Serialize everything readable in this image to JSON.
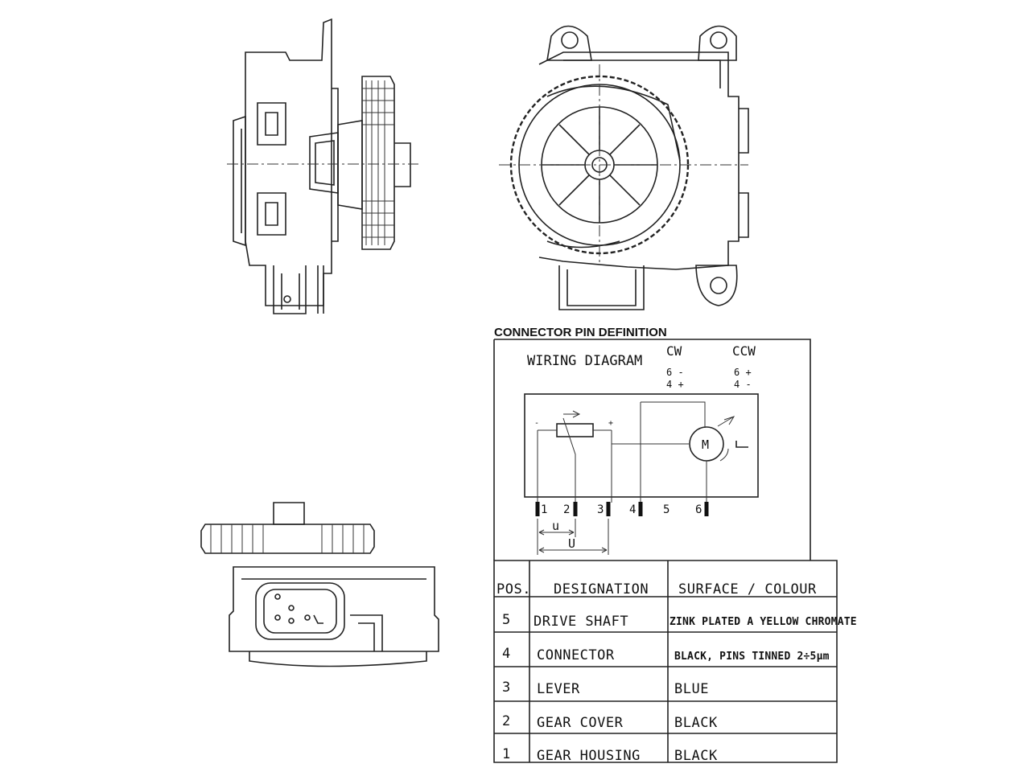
{
  "connector": {
    "title": "CONNECTOR PIN DEFINITION",
    "wiring_label": "WIRING DIAGRAM",
    "cw_label": "CW",
    "ccw_label": "CCW",
    "cw_pin6": "6 -",
    "cw_pin4": "4 +",
    "ccw_pin6": "6 +",
    "ccw_pin4": "4 -",
    "motor_label": "M",
    "pins": [
      "1",
      "2",
      "3",
      "4",
      "5",
      "6"
    ],
    "dim_small": "u",
    "dim_large": "U"
  },
  "parts_table": {
    "headers": [
      "POS.",
      "DESIGNATION",
      "SURFACE / COLOUR"
    ],
    "rows": [
      {
        "pos": "5",
        "designation": "DRIVE SHAFT",
        "surface": "ZINK PLATED A YELLOW CHROMATE"
      },
      {
        "pos": "4",
        "designation": "CONNECTOR",
        "surface": "BLACK, PINS TINNED 2÷5µm"
      },
      {
        "pos": "3",
        "designation": "LEVER",
        "surface": "BLUE"
      },
      {
        "pos": "2",
        "designation": "GEAR COVER",
        "surface": "BLACK"
      },
      {
        "pos": "1",
        "designation": "GEAR HOUSING",
        "surface": "BLACK"
      }
    ]
  }
}
